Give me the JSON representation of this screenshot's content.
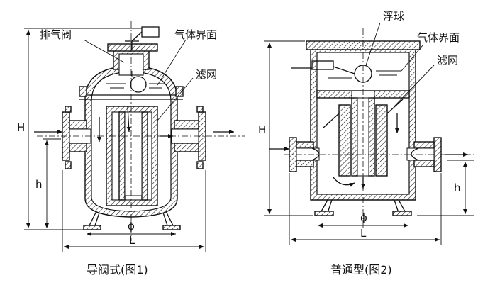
{
  "figure1": {
    "caption": "导阀式(图1)",
    "labels": {
      "vent_valve": "排气阀",
      "gas_interface": "气体界面",
      "filter_mesh": "滤网"
    },
    "dims": {
      "H": "H",
      "h": "h",
      "phi": "ϕ",
      "L": "L"
    }
  },
  "figure2": {
    "caption": "普通型(图2)",
    "labels": {
      "float_ball": "浮球",
      "gas_interface": "气体界面",
      "filter_mesh": "滤网"
    },
    "dims": {
      "H": "H",
      "h": "h",
      "phi": "ϕ",
      "L": "L"
    }
  }
}
